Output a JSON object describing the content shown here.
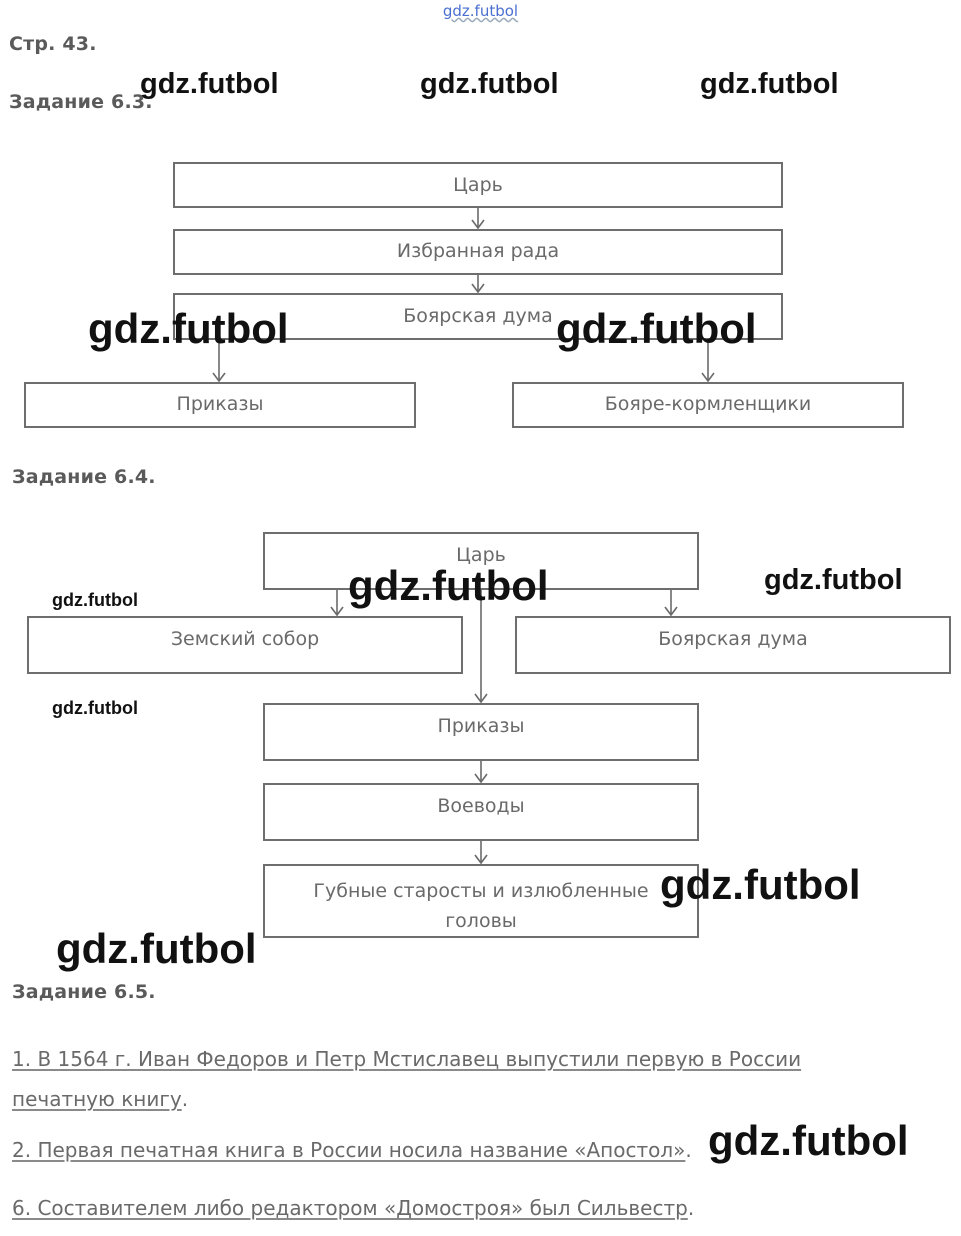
{
  "header": {
    "site": "gdz.futbol",
    "page_ref": "Стр. 43."
  },
  "task63": {
    "title": "Задание 6.3.",
    "nodes": {
      "tsar": "Царь",
      "izbrannaya_rada": "Избранная рада",
      "boyarskaya_duma": "Боярская дума",
      "prikazy": "Приказы",
      "boyare_kormlenshchiki": "Бояре-кормленщики"
    }
  },
  "task64": {
    "title": "Задание 6.4.",
    "nodes": {
      "tsar": "Царь",
      "zemsky_sobor": "Земский собор",
      "boyarskaya_duma": "Боярская дума",
      "prikazy": "Приказы",
      "voevody": "Воеводы",
      "gubnye_line1": "Губные старосты и излюбленные",
      "gubnye_line2": "головы"
    }
  },
  "task65": {
    "title": "Задание 6.5.",
    "answers": [
      {
        "line1": "1. В 1564 г. Иван Федоров и Петр Мстиславец выпустили первую в России",
        "line2": "печатную книгу",
        "end": "."
      },
      {
        "line1": "2. Первая печатная книга в России носила название «Апостол»",
        "end": "."
      },
      {
        "line1": "6. Составителем либо редактором «Домостроя» был Сильвестр",
        "end": "."
      }
    ]
  },
  "watermark": "gdz.futbol"
}
